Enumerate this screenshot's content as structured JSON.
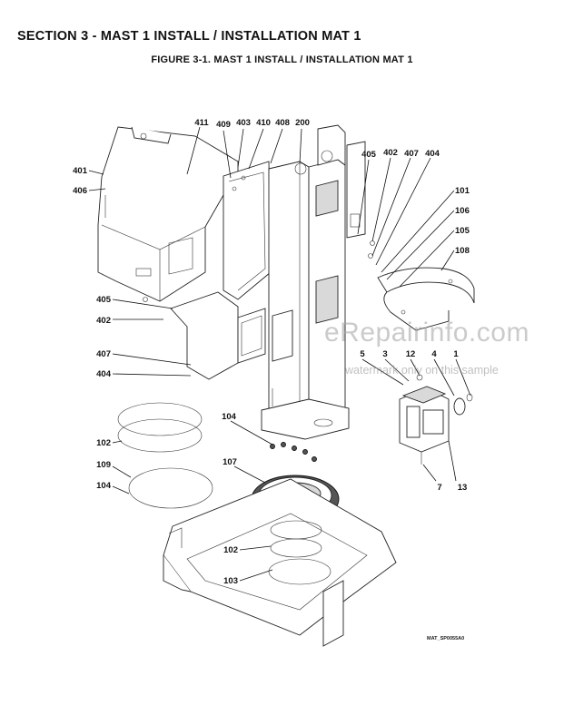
{
  "section_title": "SECTION 3 - MAST 1 INSTALL / INSTALLATION MAT 1",
  "figure_title": "FIGURE 3-1. MAST 1 INSTALL / INSTALLATION MAT 1",
  "art_code": "MAT_SP0055A0",
  "watermark": {
    "site": "eRepairinfo.com",
    "note": "watermark only on this sample"
  },
  "callouts": {
    "c411": "411",
    "c409": "409",
    "c403": "403",
    "c410": "410",
    "c408": "408",
    "c200": "200",
    "c401": "401",
    "c406": "406",
    "c405a": "405",
    "c402a": "402",
    "c407a": "407",
    "c404a": "404",
    "c101": "101",
    "c106": "106",
    "c105": "105",
    "c108": "108",
    "c405b": "405",
    "c402b": "402",
    "c407b": "407",
    "c404b": "404",
    "c5": "5",
    "c3": "3",
    "c12": "12",
    "c4": "4",
    "c1": "1",
    "c104a": "104",
    "c102a": "102",
    "c107": "107",
    "c109": "109",
    "c104b": "104",
    "c7": "7",
    "c13": "13",
    "c102b": "102",
    "c103": "103"
  }
}
